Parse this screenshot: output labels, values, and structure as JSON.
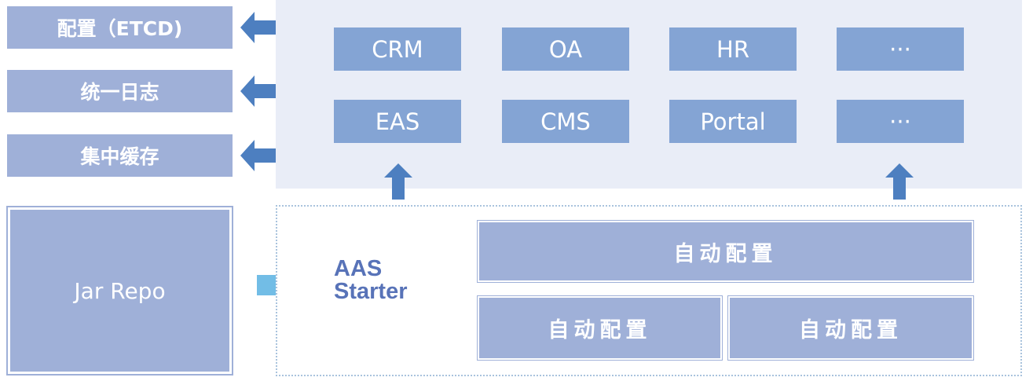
{
  "left_labels": [
    "配置（ETCD)",
    "统一日志",
    "集中缓存"
  ],
  "apps": [
    "CRM",
    "OA",
    "HR",
    "···",
    "EAS",
    "CMS",
    "Portal",
    "···"
  ],
  "repo_label": "Jar Repo",
  "starter_label": [
    "AAS",
    "Starter"
  ],
  "auto_config": [
    "自动配置",
    "自动配置",
    "自动配置"
  ],
  "colors": {
    "box_fill": "#9fb0d8",
    "app_fill": "#84a4d4",
    "panel_fill": "#e9edf7",
    "arrow_blue": "#4d7fc0",
    "arrow_light": "#72bde6",
    "label_blue": "#5873b8"
  },
  "icons": [
    "double-arrow-icon",
    "up-arrow-icon",
    "right-arrow-icon"
  ]
}
